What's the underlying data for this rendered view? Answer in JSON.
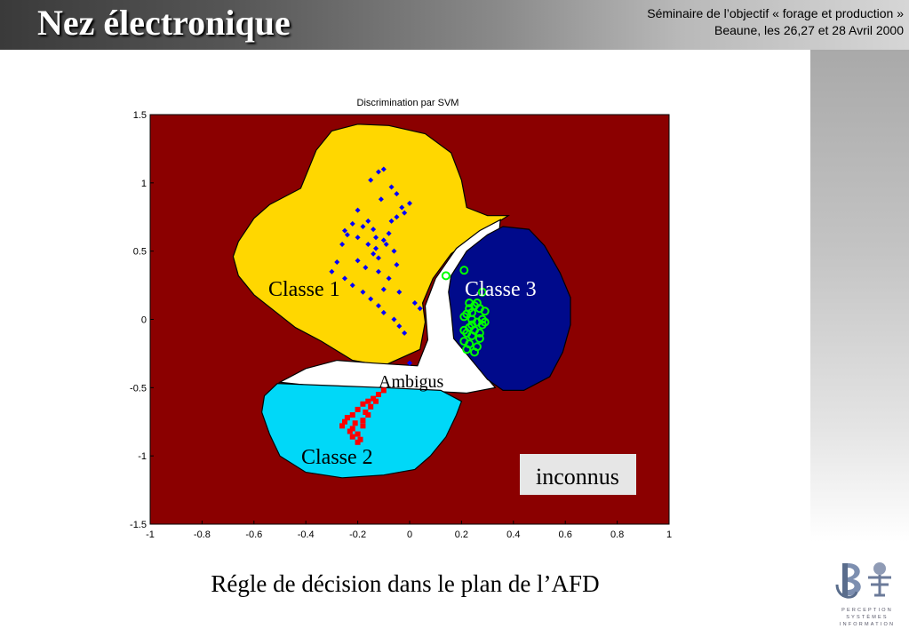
{
  "header": {
    "title": "Nez électronique",
    "subtitle_line1": "Séminaire de l’objectif « forage et production »",
    "subtitle_line2": "Beaune, les 26,27 et 28 Avril 2000"
  },
  "caption": "Régle de décision dans le plan de l’AFD",
  "logo": {
    "icon": "psi-logo-icon",
    "text_line1": "PERCEPTION",
    "text_line2": "SYSTÈMES",
    "text_line3": "INFORMATION"
  },
  "colors": {
    "background_region": "#8b0000",
    "classe1_region": "#ffd700",
    "classe2_region": "#00d8f8",
    "classe3_region": "#000a8b",
    "ambiguous_region": "#ffffff",
    "classe1_points": "#0000ff",
    "classe2_points": "#ff0000",
    "classe3_points": "#00ff00"
  },
  "chart_data": {
    "type": "scatter",
    "title": "Discrimination par SVM",
    "xlabel": "",
    "ylabel": "",
    "xlim": [
      -1,
      1
    ],
    "ylim": [
      -1.5,
      1.5
    ],
    "xticks": [
      "-1",
      "-0.8",
      "-0.6",
      "-0.4",
      "-0.2",
      "0",
      "0.2",
      "0.4",
      "0.6",
      "0.8",
      "1"
    ],
    "yticks": [
      "1.5",
      "1",
      "0.5",
      "0",
      "-0.5",
      "-1",
      "-1.5"
    ],
    "annotations": [
      "Classe 1",
      "Classe 3",
      "Ambigus",
      "Classe 2",
      "inconnus"
    ],
    "regions": [
      {
        "name": "Classe 1",
        "color": "#ffd700",
        "polygon": [
          [
            -0.66,
            0.57
          ],
          [
            -0.6,
            0.74
          ],
          [
            -0.54,
            0.84
          ],
          [
            -0.42,
            0.96
          ],
          [
            -0.36,
            1.24
          ],
          [
            -0.3,
            1.38
          ],
          [
            -0.2,
            1.43
          ],
          [
            -0.08,
            1.42
          ],
          [
            0.06,
            1.36
          ],
          [
            0.16,
            1.22
          ],
          [
            0.2,
            1.02
          ],
          [
            0.22,
            0.82
          ],
          [
            0.3,
            0.76
          ],
          [
            0.38,
            0.76
          ],
          [
            0.33,
            0.7
          ],
          [
            0.24,
            0.6
          ],
          [
            0.16,
            0.48
          ],
          [
            0.09,
            0.3
          ],
          [
            0.05,
            0.12
          ],
          [
            0.06,
            -0.02
          ],
          [
            0.04,
            -0.22
          ],
          [
            -0.1,
            -0.34
          ],
          [
            -0.22,
            -0.3
          ],
          [
            -0.34,
            -0.16
          ],
          [
            -0.44,
            -0.06
          ],
          [
            -0.52,
            0.06
          ],
          [
            -0.6,
            0.18
          ],
          [
            -0.66,
            0.32
          ],
          [
            -0.68,
            0.46
          ]
        ]
      },
      {
        "name": "Ambigus",
        "color": "#ffffff",
        "polygon": [
          [
            -0.5,
            -0.46
          ],
          [
            -0.4,
            -0.36
          ],
          [
            -0.28,
            -0.3
          ],
          [
            -0.14,
            -0.32
          ],
          [
            0.03,
            -0.34
          ],
          [
            0.07,
            -0.15
          ],
          [
            0.06,
            0.1
          ],
          [
            0.1,
            0.3
          ],
          [
            0.18,
            0.52
          ],
          [
            0.27,
            0.65
          ],
          [
            0.35,
            0.73
          ],
          [
            0.34,
            0.55
          ],
          [
            0.24,
            0.45
          ],
          [
            0.18,
            0.32
          ],
          [
            0.16,
            0.1
          ],
          [
            0.17,
            -0.12
          ],
          [
            0.24,
            -0.3
          ],
          [
            0.33,
            -0.5
          ],
          [
            0.22,
            -0.54
          ],
          [
            0.04,
            -0.52
          ],
          [
            -0.2,
            -0.5
          ],
          [
            -0.4,
            -0.48
          ]
        ]
      },
      {
        "name": "Classe 3",
        "color": "#000a8b",
        "polygon": [
          [
            0.16,
            0.32
          ],
          [
            0.22,
            0.5
          ],
          [
            0.3,
            0.62
          ],
          [
            0.36,
            0.68
          ],
          [
            0.46,
            0.66
          ],
          [
            0.52,
            0.54
          ],
          [
            0.58,
            0.34
          ],
          [
            0.62,
            0.16
          ],
          [
            0.62,
            -0.04
          ],
          [
            0.59,
            -0.24
          ],
          [
            0.54,
            -0.42
          ],
          [
            0.44,
            -0.52
          ],
          [
            0.36,
            -0.52
          ],
          [
            0.3,
            -0.44
          ],
          [
            0.24,
            -0.3
          ],
          [
            0.17,
            -0.14
          ],
          [
            0.16,
            0.06
          ],
          [
            0.15,
            0.2
          ]
        ]
      },
      {
        "name": "Classe 2",
        "color": "#00d8f8",
        "polygon": [
          [
            -0.51,
            -0.47
          ],
          [
            -0.1,
            -0.5
          ],
          [
            0.12,
            -0.52
          ],
          [
            0.2,
            -0.6
          ],
          [
            0.18,
            -0.7
          ],
          [
            0.14,
            -0.86
          ],
          [
            0.08,
            -1.0
          ],
          [
            0.02,
            -1.1
          ],
          [
            -0.1,
            -1.14
          ],
          [
            -0.26,
            -1.16
          ],
          [
            -0.4,
            -1.12
          ],
          [
            -0.5,
            -1.0
          ],
          [
            -0.54,
            -0.84
          ],
          [
            -0.57,
            -0.68
          ],
          [
            -0.56,
            -0.56
          ]
        ]
      }
    ],
    "series": [
      {
        "name": "Classe 1",
        "marker": "diamond",
        "color": "#0000ff",
        "x": [
          -0.1,
          -0.12,
          -0.15,
          -0.07,
          -0.05,
          -0.11,
          -0.2,
          -0.22,
          -0.25,
          -0.18,
          -0.16,
          -0.14,
          -0.13,
          -0.1,
          -0.09,
          -0.08,
          -0.05,
          -0.03,
          -0.02,
          0.0,
          -0.06,
          -0.12,
          -0.2,
          -0.28,
          -0.3,
          -0.25,
          -0.22,
          -0.18,
          -0.15,
          -0.12,
          -0.1,
          -0.06,
          -0.04,
          -0.02,
          0.02,
          0.04,
          -0.05,
          -0.08,
          -0.12,
          -0.16,
          -0.2,
          -0.24,
          -0.26,
          -0.1,
          -0.14,
          -0.04,
          0.0,
          -0.07,
          -0.17,
          -0.13
        ],
        "y": [
          1.1,
          1.08,
          1.02,
          0.97,
          0.92,
          0.88,
          0.8,
          0.7,
          0.65,
          0.68,
          0.72,
          0.66,
          0.6,
          0.58,
          0.55,
          0.63,
          0.75,
          0.82,
          0.78,
          0.85,
          0.5,
          0.45,
          0.43,
          0.42,
          0.35,
          0.3,
          0.25,
          0.2,
          0.15,
          0.1,
          0.05,
          0.0,
          -0.05,
          -0.1,
          0.12,
          0.08,
          0.4,
          0.3,
          0.35,
          0.55,
          0.6,
          0.62,
          0.55,
          0.22,
          0.48,
          0.2,
          -0.32,
          0.72,
          0.38,
          0.52
        ]
      },
      {
        "name": "Classe 2",
        "marker": "square",
        "color": "#ff0000",
        "x": [
          -0.1,
          -0.12,
          -0.14,
          -0.16,
          -0.18,
          -0.2,
          -0.22,
          -0.24,
          -0.25,
          -0.26,
          -0.22,
          -0.2,
          -0.18,
          -0.17,
          -0.15,
          -0.13,
          -0.21,
          -0.23,
          -0.19,
          -0.16,
          -0.24,
          -0.2,
          -0.18,
          -0.22
        ],
        "y": [
          -0.52,
          -0.55,
          -0.58,
          -0.6,
          -0.62,
          -0.66,
          -0.7,
          -0.72,
          -0.75,
          -0.78,
          -0.8,
          -0.84,
          -0.74,
          -0.68,
          -0.64,
          -0.6,
          -0.76,
          -0.82,
          -0.88,
          -0.7,
          -0.72,
          -0.9,
          -0.78,
          -0.86
        ]
      },
      {
        "name": "Classe 3",
        "marker": "circle",
        "color": "#00ff00",
        "x": [
          0.14,
          0.21,
          0.28,
          0.23,
          0.25,
          0.27,
          0.29,
          0.22,
          0.21,
          0.24,
          0.26,
          0.28,
          0.23,
          0.25,
          0.22,
          0.24,
          0.27,
          0.21,
          0.23,
          0.26,
          0.28,
          0.24,
          0.22,
          0.25,
          0.27,
          0.29,
          0.23,
          0.21,
          0.26,
          0.24
        ],
        "y": [
          0.32,
          0.36,
          0.2,
          0.12,
          0.1,
          0.08,
          0.06,
          0.04,
          0.02,
          0.0,
          -0.02,
          -0.04,
          -0.06,
          -0.08,
          -0.1,
          -0.12,
          -0.14,
          -0.16,
          -0.18,
          -0.2,
          0.0,
          0.05,
          -0.22,
          -0.24,
          -0.1,
          -0.02,
          0.08,
          -0.08,
          0.12,
          -0.04
        ]
      }
    ]
  }
}
